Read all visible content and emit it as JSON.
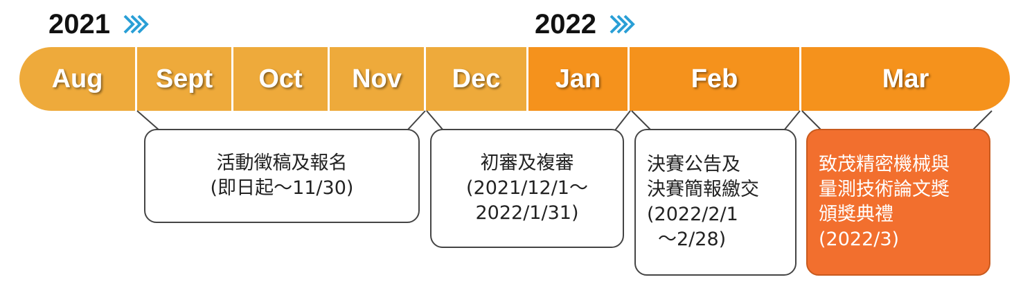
{
  "years": [
    {
      "label": "2021"
    },
    {
      "label": "2022"
    }
  ],
  "months": [
    "Aug",
    "Sept",
    "Oct",
    "Nov",
    "Dec",
    "Jan",
    "Feb",
    "Mar"
  ],
  "colors": {
    "light_orange": "#eeaa3b",
    "dark_orange": "#f5921c",
    "highlight": "#f26f2e",
    "chevron": "#2a9fd6"
  },
  "events": [
    {
      "lines": [
        "活動徵稿及報名",
        "(即日起～11/30)"
      ]
    },
    {
      "lines": [
        "初審及複審",
        "(2021/12/1～",
        "2022/1/31)"
      ]
    },
    {
      "lines": [
        "決賽公告及",
        "決賽簡報繳交",
        "(2022/2/1",
        "～2/28)"
      ]
    },
    {
      "lines": [
        "致茂精密機械與",
        "量測技術論文獎",
        "頒獎典禮",
        "(2022/3)"
      ]
    }
  ]
}
